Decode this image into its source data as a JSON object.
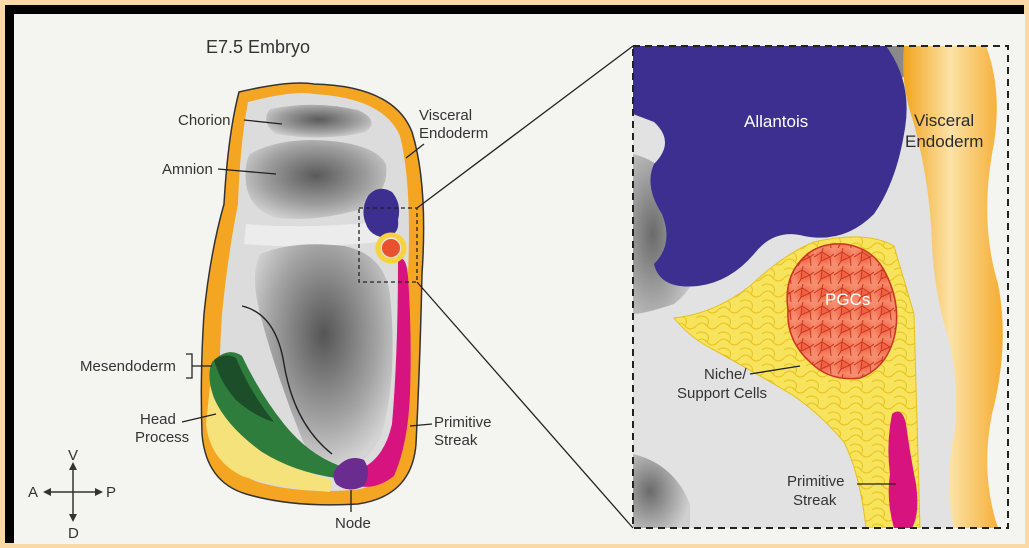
{
  "figure": {
    "title": "E7.5 Embryo",
    "embryo_labels": {
      "chorion": "Chorion",
      "amnion": "Amnion",
      "visceral_endoderm_1": "Visceral",
      "visceral_endoderm_2": "Endoderm",
      "mesendoderm": "Mesendoderm",
      "head_process_1": "Head",
      "head_process_2": "Process",
      "primitive_streak_1": "Primitive",
      "primitive_streak_2": "Streak",
      "node": "Node"
    },
    "axes": {
      "v": "V",
      "d": "D",
      "a": "A",
      "p": "P"
    },
    "inset_labels": {
      "allantois": "Allantois",
      "visceral_endoderm_1": "Visceral",
      "visceral_endoderm_2": "Endoderm",
      "pgcs": "PGCs",
      "niche_1": "Niche/",
      "niche_2": "Support Cells",
      "primitive_streak_1": "Primitive",
      "primitive_streak_2": "Streak"
    },
    "colors": {
      "frame": "#fbd9a6",
      "border": "#000000",
      "visceral_endoderm": "#f4a623",
      "allantois": "#3c2f8f",
      "pgcs": "#ec5a3a",
      "niche": "#f6e15a",
      "primitive_streak": "#d7137f",
      "mesendoderm": "#2f7d3c",
      "node": "#6b2c8f"
    }
  }
}
